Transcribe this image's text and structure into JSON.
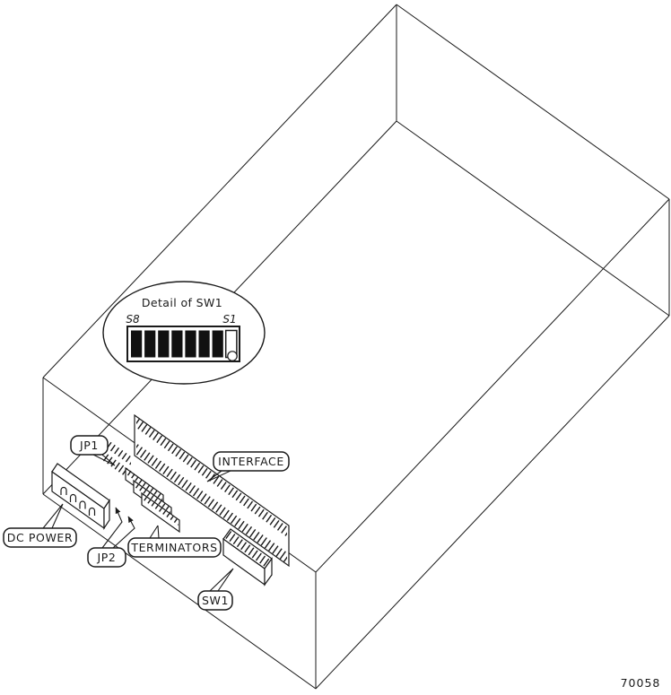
{
  "figure": {
    "number": "70058"
  },
  "detail_callout": {
    "title": "Detail of SW1",
    "left_switch_label": "S8",
    "right_switch_label": "S1",
    "positions": [
      "on",
      "on",
      "on",
      "on",
      "on",
      "on",
      "on",
      "off"
    ]
  },
  "component_labels": {
    "jp1": "JP1",
    "interface": "INTERFACE",
    "dc_power": "DC POWER",
    "jp2": "JP2",
    "terminators": "TERMINATORS",
    "sw1": "SW1"
  },
  "colors": {
    "line": "#1a1a1a",
    "background": "#ffffff",
    "switch_on": "#111111",
    "switch_off": "#ffffff"
  }
}
